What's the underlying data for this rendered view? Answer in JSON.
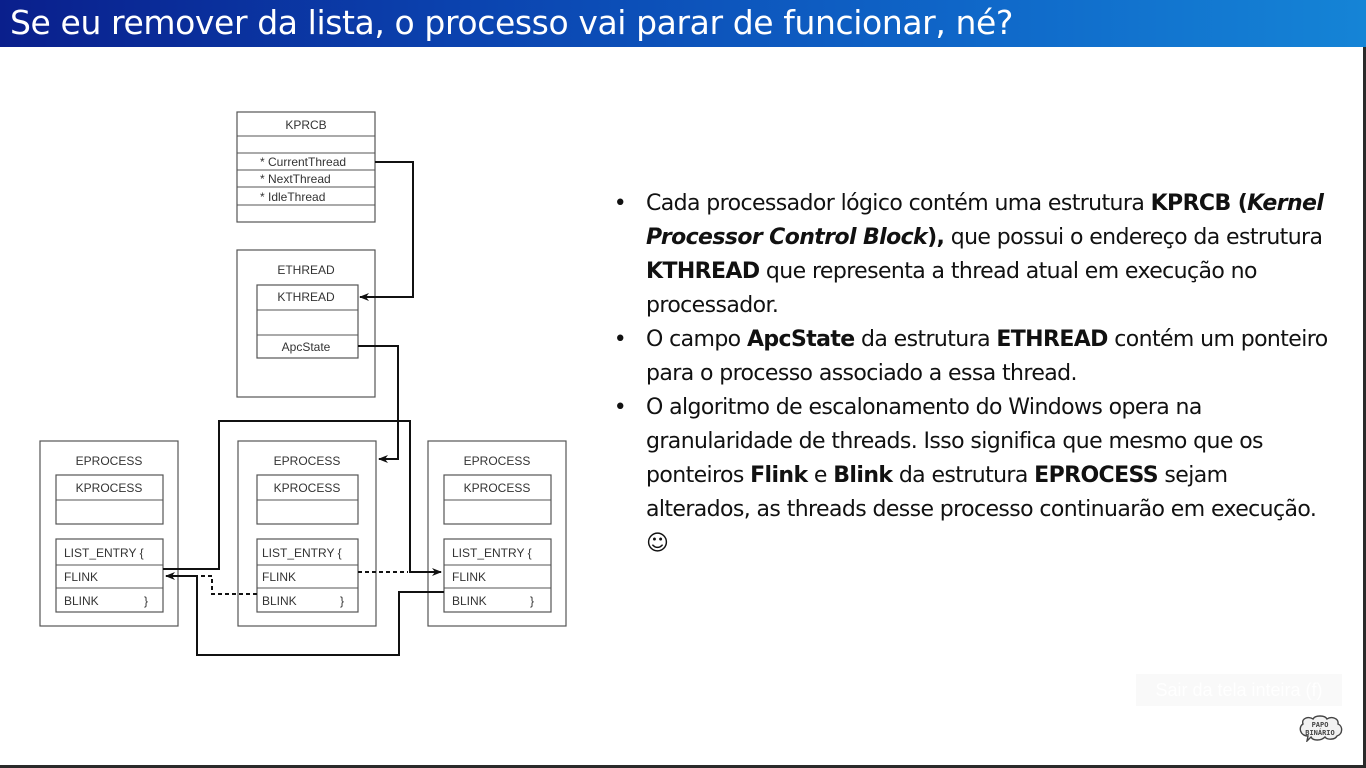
{
  "slide": {
    "title": "Se eu remover da lista, o processo vai parar de funcionar, né?",
    "colors": {
      "title_gradient_start": "#0a1f8c",
      "title_gradient_end": "#1584d6",
      "title_text": "#ffffff",
      "body_text": "#111111"
    }
  },
  "diagram": {
    "kprcb": {
      "title": "KPRCB",
      "fields": [
        "* CurrentThread",
        "* NextThread",
        "* IdleThread"
      ]
    },
    "ethread": {
      "title": "ETHREAD",
      "fields": [
        "KTHREAD",
        "",
        "ApcState"
      ]
    },
    "eprocesses": [
      {
        "title": "EPROCESS",
        "kprocess": "KPROCESS",
        "list_entry": "LIST_ENTRY {",
        "flink": "FLINK",
        "blink": "BLINK",
        "close_brace": "}"
      },
      {
        "title": "EPROCESS",
        "kprocess": "KPROCESS",
        "list_entry": "LIST_ENTRY {",
        "flink": "FLINK",
        "blink": "BLINK",
        "close_brace": "}"
      },
      {
        "title": "EPROCESS",
        "kprocess": "KPROCESS",
        "list_entry": "LIST_ENTRY {",
        "flink": "FLINK",
        "blink": "BLINK",
        "close_brace": "}"
      }
    ]
  },
  "bullets": [
    {
      "parts": [
        {
          "t": "Cada processador lógico contém uma estrutura ",
          "s": "n"
        },
        {
          "t": "KPRCB",
          "s": "b"
        },
        {
          "t": " (",
          "s": "b"
        },
        {
          "t": "Kernel Processor Control Block",
          "s": "bi"
        },
        {
          "t": "),",
          "s": "b"
        },
        {
          "t": " que possui o endereço da estrutura ",
          "s": "n"
        },
        {
          "t": "KTHREAD",
          "s": "b"
        },
        {
          "t": " que representa a thread atual em execução no processador.",
          "s": "n"
        }
      ]
    },
    {
      "parts": [
        {
          "t": "O campo ",
          "s": "n"
        },
        {
          "t": "ApcState",
          "s": "b"
        },
        {
          "t": " da estrutura ",
          "s": "n"
        },
        {
          "t": "ETHREAD",
          "s": "b"
        },
        {
          "t": " contém um ponteiro para o processo associado a essa thread.",
          "s": "n"
        }
      ]
    },
    {
      "parts": [
        {
          "t": "O algoritmo de escalonamento do Windows opera na granularidade de threads. Isso significa que mesmo que os ponteiros ",
          "s": "n"
        },
        {
          "t": "Flink",
          "s": "b"
        },
        {
          "t": " e ",
          "s": "n"
        },
        {
          "t": "Blink",
          "s": "b"
        },
        {
          "t": " da estrutura ",
          "s": "n"
        },
        {
          "t": "EPROCESS",
          "s": "b"
        },
        {
          "t": " sejam alterados, as threads desse processo continuarão em execução. ",
          "s": "n"
        },
        {
          "t": "☺",
          "s": "n"
        }
      ]
    }
  ],
  "bullet_glyph": "•",
  "overlay": {
    "exit_fullscreen_label": "Sair da tela inteira (f)"
  },
  "logo": {
    "line1": "PAPO",
    "line2": "BINÁRIO"
  }
}
